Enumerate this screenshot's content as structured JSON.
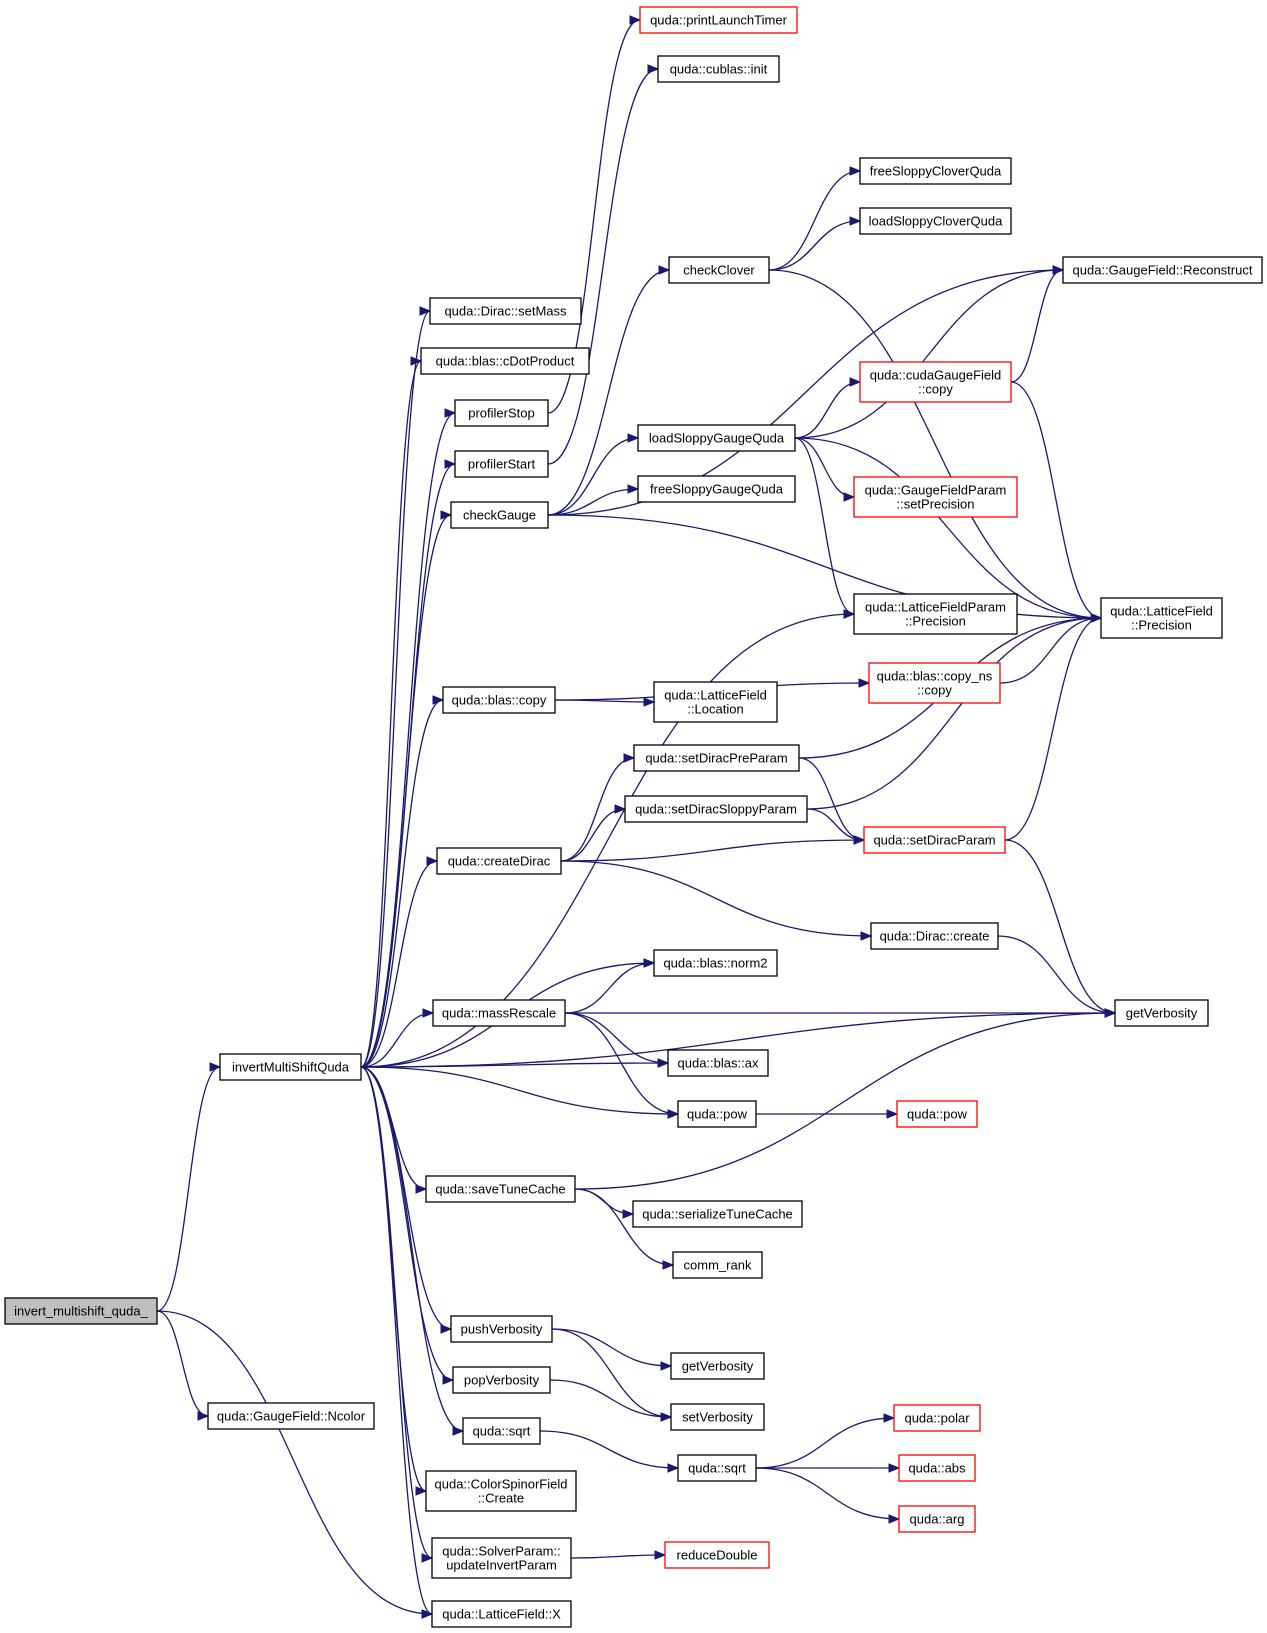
{
  "colors": {
    "edge": "#191970",
    "node_border": "#000000",
    "truncated_border": "#ff0000",
    "root_fill": "#bfbfbf",
    "node_fill": "#ffffff",
    "background": "#ffffff"
  },
  "nodes": {
    "invert_multishift": {
      "lines": [
        "invert_multishift_quda_"
      ],
      "style": "root"
    },
    "invertMultiShiftQuda": {
      "lines": [
        "invertMultiShiftQuda"
      ],
      "style": "normal"
    },
    "gf_ncolor": {
      "lines": [
        "quda::GaugeField::Ncolor"
      ],
      "style": "normal"
    },
    "printLaunchTimer": {
      "lines": [
        "quda::printLaunchTimer"
      ],
      "style": "truncated"
    },
    "cublas_init": {
      "lines": [
        "quda::cublas::init"
      ],
      "style": "normal"
    },
    "freeSloppyClover": {
      "lines": [
        "freeSloppyCloverQuda"
      ],
      "style": "normal"
    },
    "loadSloppyClover": {
      "lines": [
        "loadSloppyCloverQuda"
      ],
      "style": "normal"
    },
    "checkClover": {
      "lines": [
        "checkClover"
      ],
      "style": "normal"
    },
    "gf_reconstruct": {
      "lines": [
        "quda::GaugeField::Reconstruct"
      ],
      "style": "normal"
    },
    "dirac_setMass": {
      "lines": [
        "quda::Dirac::setMass"
      ],
      "style": "normal"
    },
    "blas_cDotProduct": {
      "lines": [
        "quda::blas::cDotProduct"
      ],
      "style": "normal"
    },
    "cudaGF_copy": {
      "lines": [
        "quda::cudaGaugeField",
        "::copy"
      ],
      "style": "truncated"
    },
    "profilerStop": {
      "lines": [
        "profilerStop"
      ],
      "style": "normal"
    },
    "loadSloppyGauge": {
      "lines": [
        "loadSloppyGaugeQuda"
      ],
      "style": "normal"
    },
    "profilerStart": {
      "lines": [
        "profilerStart"
      ],
      "style": "normal"
    },
    "gfp_setPrecision": {
      "lines": [
        "quda::GaugeFieldParam",
        "::setPrecision"
      ],
      "style": "truncated"
    },
    "freeSloppyGauge": {
      "lines": [
        "freeSloppyGaugeQuda"
      ],
      "style": "normal"
    },
    "checkGauge": {
      "lines": [
        "checkGauge"
      ],
      "style": "normal"
    },
    "lfp_precision": {
      "lines": [
        "quda::LatticeFieldParam",
        "::Precision"
      ],
      "style": "normal"
    },
    "lf_precision": {
      "lines": [
        "quda::LatticeField",
        "::Precision"
      ],
      "style": "normal"
    },
    "blas_copy_ns": {
      "lines": [
        "quda::blas::copy_ns",
        "::copy"
      ],
      "style": "truncated"
    },
    "blas_copy": {
      "lines": [
        "quda::blas::copy"
      ],
      "style": "normal"
    },
    "lf_location": {
      "lines": [
        "quda::LatticeField",
        "::Location"
      ],
      "style": "normal"
    },
    "setDiracPreParam": {
      "lines": [
        "quda::setDiracPreParam"
      ],
      "style": "normal"
    },
    "setDiracSloppyParam": {
      "lines": [
        "quda::setDiracSloppyParam"
      ],
      "style": "normal"
    },
    "setDiracParam": {
      "lines": [
        "quda::setDiracParam"
      ],
      "style": "truncated"
    },
    "createDirac": {
      "lines": [
        "quda::createDirac"
      ],
      "style": "normal"
    },
    "dirac_create": {
      "lines": [
        "quda::Dirac::create"
      ],
      "style": "normal"
    },
    "blas_norm2": {
      "lines": [
        "quda::blas::norm2"
      ],
      "style": "normal"
    },
    "massRescale": {
      "lines": [
        "quda::massRescale"
      ],
      "style": "normal"
    },
    "getVerbosity_r": {
      "lines": [
        "getVerbosity"
      ],
      "style": "normal"
    },
    "blas_ax": {
      "lines": [
        "quda::blas::ax"
      ],
      "style": "normal"
    },
    "quda_pow": {
      "lines": [
        "quda::pow"
      ],
      "style": "normal"
    },
    "quda_pow2": {
      "lines": [
        "quda::pow"
      ],
      "style": "truncated"
    },
    "saveTuneCache": {
      "lines": [
        "quda::saveTuneCache"
      ],
      "style": "normal"
    },
    "serializeTuneCache": {
      "lines": [
        "quda::serializeTuneCache"
      ],
      "style": "normal"
    },
    "comm_rank": {
      "lines": [
        "comm_rank"
      ],
      "style": "normal"
    },
    "pushVerbosity": {
      "lines": [
        "pushVerbosity"
      ],
      "style": "normal"
    },
    "getVerbosity_m": {
      "lines": [
        "getVerbosity"
      ],
      "style": "normal"
    },
    "popVerbosity": {
      "lines": [
        "popVerbosity"
      ],
      "style": "normal"
    },
    "setVerbosity": {
      "lines": [
        "setVerbosity"
      ],
      "style": "normal"
    },
    "quda_sqrt": {
      "lines": [
        "quda::sqrt"
      ],
      "style": "normal"
    },
    "quda_sqrt2": {
      "lines": [
        "quda::sqrt"
      ],
      "style": "normal"
    },
    "quda_polar": {
      "lines": [
        "quda::polar"
      ],
      "style": "truncated"
    },
    "quda_abs": {
      "lines": [
        "quda::abs"
      ],
      "style": "truncated"
    },
    "quda_arg": {
      "lines": [
        "quda::arg"
      ],
      "style": "truncated"
    },
    "csf_create": {
      "lines": [
        "quda::ColorSpinorField",
        "::Create"
      ],
      "style": "normal"
    },
    "solver_update": {
      "lines": [
        "quda::SolverParam::",
        "updateInvertParam"
      ],
      "style": "normal"
    },
    "reduceDouble": {
      "lines": [
        "reduceDouble"
      ],
      "style": "truncated"
    },
    "lf_x": {
      "lines": [
        "quda::LatticeField::X"
      ],
      "style": "normal"
    }
  },
  "edges": [
    [
      "invert_multishift",
      "invertMultiShiftQuda"
    ],
    [
      "invert_multishift",
      "gf_ncolor"
    ],
    [
      "invert_multishift",
      "lf_x"
    ],
    [
      "invertMultiShiftQuda",
      "dirac_setMass"
    ],
    [
      "invertMultiShiftQuda",
      "blas_cDotProduct"
    ],
    [
      "invertMultiShiftQuda",
      "profilerStop"
    ],
    [
      "invertMultiShiftQuda",
      "profilerStart"
    ],
    [
      "invertMultiShiftQuda",
      "checkGauge"
    ],
    [
      "invertMultiShiftQuda",
      "lfp_precision"
    ],
    [
      "invertMultiShiftQuda",
      "blas_copy"
    ],
    [
      "invertMultiShiftQuda",
      "createDirac"
    ],
    [
      "invertMultiShiftQuda",
      "blas_norm2"
    ],
    [
      "invertMultiShiftQuda",
      "massRescale"
    ],
    [
      "invertMultiShiftQuda",
      "blas_ax"
    ],
    [
      "invertMultiShiftQuda",
      "quda_pow"
    ],
    [
      "invertMultiShiftQuda",
      "saveTuneCache"
    ],
    [
      "invertMultiShiftQuda",
      "getVerbosity_r"
    ],
    [
      "invertMultiShiftQuda",
      "pushVerbosity"
    ],
    [
      "invertMultiShiftQuda",
      "popVerbosity"
    ],
    [
      "invertMultiShiftQuda",
      "quda_sqrt"
    ],
    [
      "invertMultiShiftQuda",
      "csf_create"
    ],
    [
      "invertMultiShiftQuda",
      "solver_update"
    ],
    [
      "invertMultiShiftQuda",
      "lf_x"
    ],
    [
      "profilerStop",
      "printLaunchTimer"
    ],
    [
      "profilerStart",
      "cublas_init"
    ],
    [
      "checkGauge",
      "checkClover"
    ],
    [
      "checkGauge",
      "gf_reconstruct"
    ],
    [
      "checkGauge",
      "loadSloppyGauge"
    ],
    [
      "checkGauge",
      "freeSloppyGauge"
    ],
    [
      "checkGauge",
      "lf_precision"
    ],
    [
      "checkClover",
      "freeSloppyClover"
    ],
    [
      "checkClover",
      "loadSloppyClover"
    ],
    [
      "checkClover",
      "lf_precision"
    ],
    [
      "loadSloppyGauge",
      "gf_reconstruct"
    ],
    [
      "loadSloppyGauge",
      "cudaGF_copy"
    ],
    [
      "loadSloppyGauge",
      "lf_precision"
    ],
    [
      "loadSloppyGauge",
      "gfp_setPrecision"
    ],
    [
      "loadSloppyGauge",
      "lfp_precision"
    ],
    [
      "cudaGF_copy",
      "gf_reconstruct"
    ],
    [
      "cudaGF_copy",
      "lf_precision"
    ],
    [
      "blas_copy",
      "blas_copy_ns"
    ],
    [
      "blas_copy",
      "lf_location"
    ],
    [
      "blas_copy_ns",
      "lf_precision"
    ],
    [
      "createDirac",
      "setDiracPreParam"
    ],
    [
      "createDirac",
      "setDiracSloppyParam"
    ],
    [
      "createDirac",
      "setDiracParam"
    ],
    [
      "createDirac",
      "dirac_create"
    ],
    [
      "setDiracPreParam",
      "lf_precision"
    ],
    [
      "setDiracPreParam",
      "setDiracParam"
    ],
    [
      "setDiracSloppyParam",
      "lf_precision"
    ],
    [
      "setDiracSloppyParam",
      "setDiracParam"
    ],
    [
      "setDiracParam",
      "lf_precision"
    ],
    [
      "setDiracParam",
      "getVerbosity_r"
    ],
    [
      "dirac_create",
      "getVerbosity_r"
    ],
    [
      "massRescale",
      "blas_norm2"
    ],
    [
      "massRescale",
      "getVerbosity_r"
    ],
    [
      "massRescale",
      "blas_ax"
    ],
    [
      "massRescale",
      "quda_pow"
    ],
    [
      "quda_pow",
      "quda_pow2"
    ],
    [
      "saveTuneCache",
      "getVerbosity_r"
    ],
    [
      "saveTuneCache",
      "serializeTuneCache"
    ],
    [
      "saveTuneCache",
      "comm_rank"
    ],
    [
      "pushVerbosity",
      "getVerbosity_m"
    ],
    [
      "pushVerbosity",
      "setVerbosity"
    ],
    [
      "popVerbosity",
      "setVerbosity"
    ],
    [
      "quda_sqrt",
      "quda_sqrt2"
    ],
    [
      "quda_sqrt2",
      "quda_polar"
    ],
    [
      "quda_sqrt2",
      "quda_abs"
    ],
    [
      "quda_sqrt2",
      "quda_arg"
    ],
    [
      "solver_update",
      "reduceDouble"
    ]
  ]
}
